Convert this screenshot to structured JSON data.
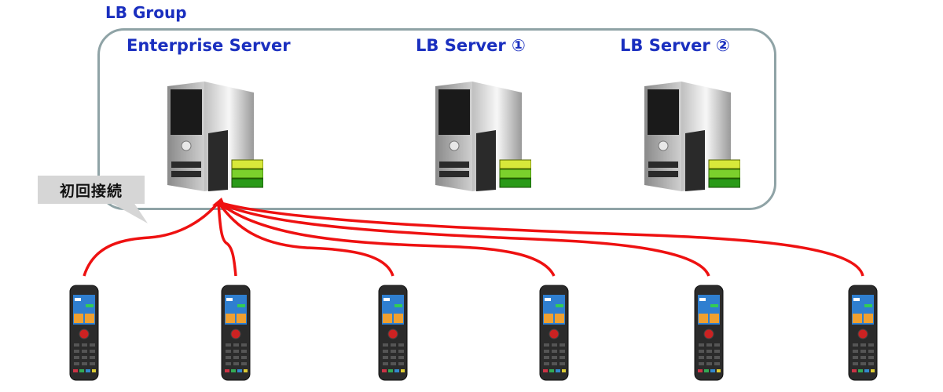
{
  "diagram": {
    "group": {
      "title": "LB Group"
    },
    "servers": [
      {
        "id": "enterprise",
        "label": "Enterprise Server"
      },
      {
        "id": "lb1",
        "label": "LB Server ①"
      },
      {
        "id": "lb2",
        "label": "LB Server ②"
      }
    ],
    "callout": {
      "text": "初回接続"
    },
    "devices": [
      {
        "id": "device-1"
      },
      {
        "id": "device-2"
      },
      {
        "id": "device-3"
      },
      {
        "id": "device-4"
      },
      {
        "id": "device-5"
      },
      {
        "id": "device-6"
      }
    ],
    "connections": {
      "target": "enterprise",
      "color": "#ee1111",
      "sources": [
        "device-1",
        "device-2",
        "device-3",
        "device-4",
        "device-5",
        "device-6"
      ]
    },
    "colors": {
      "label": "#1a2fbf",
      "border": "#8fa3a6",
      "callout": "#d6d6d6"
    }
  }
}
